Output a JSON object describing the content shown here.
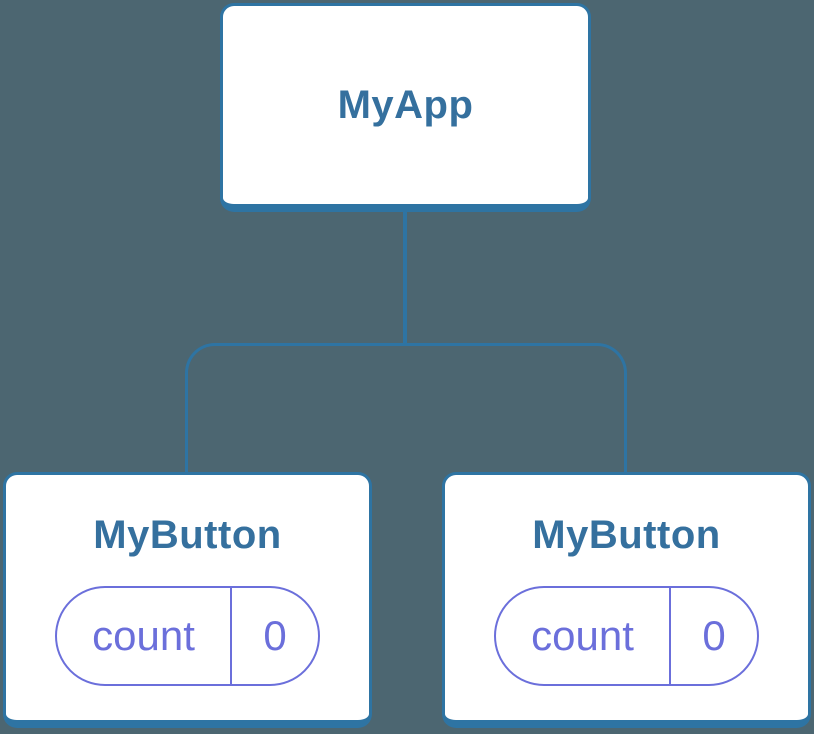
{
  "diagram": {
    "colors": {
      "background": "#4C6671",
      "node_fill": "#FFFFFF",
      "node_border": "#2E74A3",
      "node_label": "#35709E",
      "state": "#6B6FDB"
    },
    "root": {
      "label": "MyApp"
    },
    "children": [
      {
        "label": "MyButton",
        "state": {
          "key": "count",
          "value": "0"
        }
      },
      {
        "label": "MyButton",
        "state": {
          "key": "count",
          "value": "0"
        }
      }
    ]
  }
}
